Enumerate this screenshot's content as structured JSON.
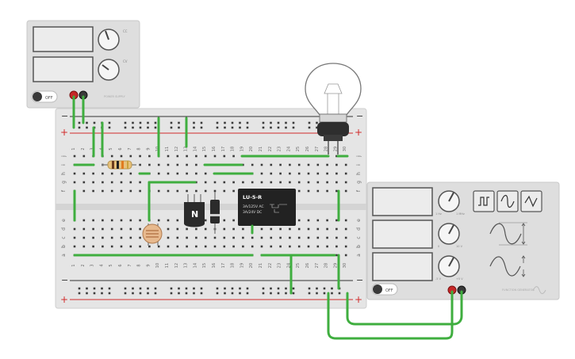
{
  "power_supply": {
    "switch_label": "OFF",
    "knob1_label": "CC",
    "knob2_label": "CV",
    "brand_label": "POWER SUPPLY"
  },
  "function_generator": {
    "switch_label": "OFF",
    "brand_label": "FUNCTION GENERATOR",
    "knob_labels": [
      "1 Hz",
      "1 MHz",
      "0",
      "10 V",
      "-5 V",
      "+5 V"
    ]
  },
  "relay": {
    "model": "LU-5-R",
    "rating1": "3A/125V AC",
    "rating2": "3A/24V  DC"
  },
  "transistor": {
    "label": "N"
  },
  "breadboard": {
    "row_letters_top": [
      "j",
      "i",
      "h",
      "g",
      "f"
    ],
    "row_letters_bottom": [
      "e",
      "d",
      "c",
      "b",
      "a"
    ],
    "columns": [
      "1",
      "2",
      "3",
      "4",
      "5",
      "6",
      "7",
      "8",
      "9",
      "10",
      "11",
      "12",
      "13",
      "14",
      "15",
      "16",
      "17",
      "18",
      "19",
      "20",
      "21",
      "22",
      "23",
      "24",
      "25",
      "26",
      "27",
      "28",
      "29",
      "30"
    ],
    "rail_plus": "+",
    "rail_minus": "−"
  },
  "colors": {
    "wire": "#3fae3f",
    "rail_red": "#d12a2a",
    "board": "#e6e6e6",
    "device_panel": "#dedede"
  }
}
